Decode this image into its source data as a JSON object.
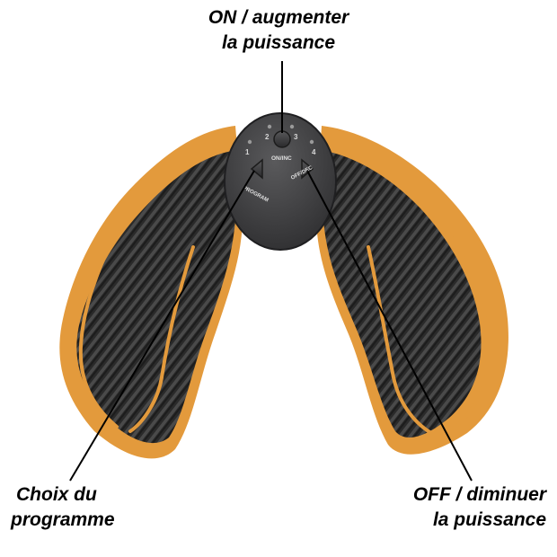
{
  "callouts": {
    "on_inc": {
      "line1": "ON / augmenter",
      "line2": "la puissance"
    },
    "program": {
      "line1": "Choix du",
      "line2": "programme"
    },
    "off_dec": {
      "line1": "OFF / diminuer",
      "line2": "la puissance"
    }
  },
  "controller": {
    "level_labels": [
      "1",
      "2",
      "3",
      "4"
    ],
    "on_inc_label": "ON/INC",
    "program_label": "PROGRAM",
    "off_dec_label": "OFF/DEC"
  },
  "colors": {
    "pad_dark": "#2b2b2b",
    "pad_orange": "#e39a3c",
    "controller": "#3c3c3e",
    "callout_line": "#000000"
  }
}
